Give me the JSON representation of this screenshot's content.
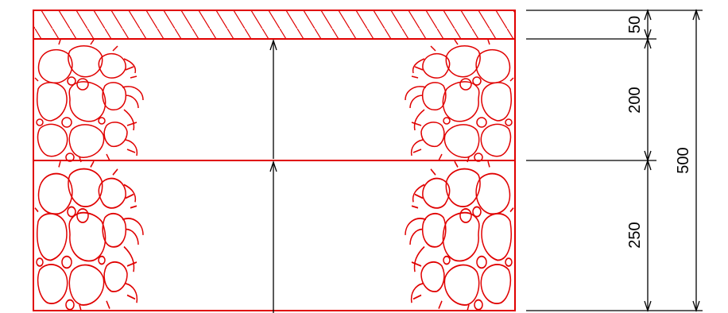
{
  "colors": {
    "section": "#e00000",
    "dimension": "#000000",
    "background": "#ffffff"
  },
  "layers": [
    {
      "name": "top-layer",
      "fill": "hatch",
      "thickness_label": "50"
    },
    {
      "name": "upper-aggregate-layer",
      "fill": "aggregate",
      "thickness_label": "200"
    },
    {
      "name": "lower-aggregate-layer",
      "fill": "aggregate",
      "thickness_label": "250"
    }
  ],
  "dimensions": {
    "top": "50",
    "middle": "200",
    "bottom": "250",
    "total": "500"
  }
}
